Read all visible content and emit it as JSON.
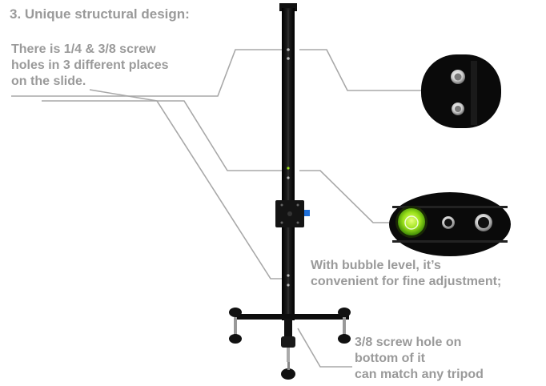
{
  "heading": "3. Unique structural design:",
  "callouts": {
    "screw_holes": [
      "There is 1/4 & 3/8 screw",
      "holes in 3 different places",
      "on the slide."
    ],
    "bubble_level": [
      "With bubble level,  it’s",
      "convenient for fine adjustment;"
    ],
    "bottom_hole": [
      "3/8 screw hole on",
      "bottom of it",
      "can match any tripod"
    ]
  },
  "colors": {
    "text": "#9a9a9a",
    "leader_lines": "#a8a8a8",
    "rail": "#0d0d0d",
    "bubble_level": "#9be21a",
    "knob_accent": "#1e6fd9"
  }
}
